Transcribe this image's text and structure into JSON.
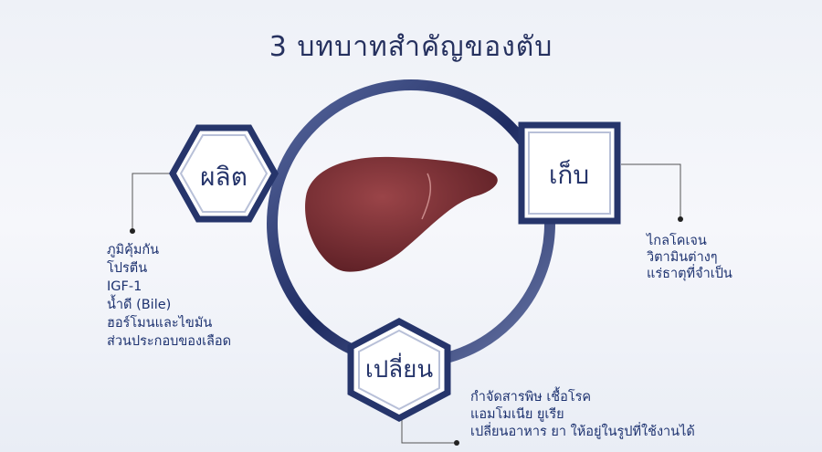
{
  "title": "3 บทบาทสำคัญของตับ",
  "roles": {
    "produce": {
      "label": "ผลิต",
      "items": [
        "ภูมิคุ้มกัน",
        "โปรตีน",
        "IGF-1",
        "น้ำดี (Bile)",
        "ฮอร์โมนและไขมัน",
        "ส่วนประกอบของเลือด"
      ]
    },
    "store": {
      "label": "เก็บ",
      "items": [
        "ไกลโคเจน",
        "วิตามินต่างๆ",
        "แร่ธาตุที่จำเป็น"
      ]
    },
    "change": {
      "label": "เปลี่ยน",
      "items": [
        "กำจัดสารพิษ เชื้อโรค",
        "แอมโมเนีย ยูเรีย",
        "เปลี่ยนอาหาร ยา ให้อยู่ในรูปที่ใช้งานได้"
      ]
    }
  },
  "colors": {
    "ring": "#2a3870",
    "liver": "#7a2f33",
    "text": "#1d3270"
  }
}
